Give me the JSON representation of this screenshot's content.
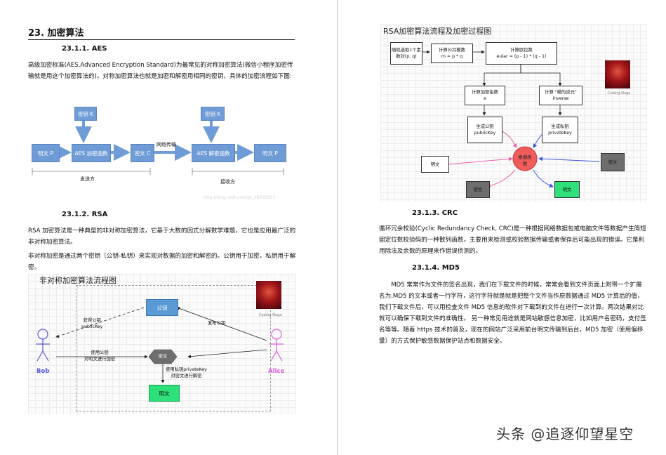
{
  "left": {
    "section_heading": "23.  加密算法",
    "aes": {
      "heading": "23.1.1.    AES",
      "para": "高级加密标准(AES,Advanced Encryption Standard)为最常见的对称加密算法(微信小程序加密传输就是用这个加密算法的)。对称加密算法也就是加密和解密用相同的密钥，具体的加密流程如下图:",
      "diagram": {
        "key1": "密钥 K",
        "key2": "密钥 K",
        "plain1": "明文 P",
        "enc_func": "AES 加密函数",
        "cipher": "密文  C",
        "network": "网络传输",
        "dec_func": "AES 解密函数",
        "plain2": "明文 P",
        "sender": "发送方",
        "receiver": "接收方",
        "watermark": "http://blog.csdn.net/qq_28205153"
      }
    },
    "rsa": {
      "heading": "23.1.2.    RSA",
      "para1": "RSA 加密算法是一种典型的非对称加密算法，它基于大数的因式分解数学难题，它也是应用最广泛的非对称加密算法。",
      "para2": "非对称加密是通过两个密钥（公钥-私钥）来实现对数据的加密和解密的。公钥用于加密，私钥用于解密。",
      "diagram": {
        "title": "非对称加密算法流程图",
        "public_key": "公钥",
        "get_pubkey": "获得公钥\npublicKey",
        "publish_pubkey": "发布公钥",
        "encrypt_note": "使用公钥\n对明文进行加密",
        "cipher": "密文",
        "decrypt_note": "使用私钥privateKey\n对密文进行解密",
        "plaintext": "明文",
        "bob": "Bob",
        "alice": "Alice",
        "avatar_caption": "Coding-Naga"
      }
    }
  },
  "right": {
    "rsa_flow": {
      "title": "RSA加密算法流程及加密过程图",
      "step1": "随机选取1个素\n数对(p, q)",
      "step2": "计算公共模数\nm = p * q",
      "step3": "计算欧拉数\neular = (p - 1) * (q - 1)",
      "step4": "计算加密指数\ne",
      "step5": "计算 \"模的逆元\"\ninverse",
      "pubkey": "生成公钥\npublicKey",
      "privkey": "生成私钥\nprivateKey",
      "center": "根据函\n数",
      "plain_in": "明文",
      "cipher_out": "密文",
      "cipher_in": "密文",
      "plain_out": "明文",
      "avatar_caption": "Coding-Naga"
    },
    "crc": {
      "heading": "23.1.3.    CRC",
      "para": "循环冗余校验(Cyclic Redundancy Check, CRC)是一种根据网络数据包或电脑文件等数据产生简短固定位数校验码的一种散列函数，主要用来检测或校验数据传输或者保存后可能出现的错误。它是利用除法及余数的原理来作错误侦测的。"
    },
    "md5": {
      "heading": "23.1.4.    MD5",
      "para": "MD5 常常作为文件的签名出现，我们在下载文件的时候，常常会看到文件页面上附带一个扩展名为.MD5 的文本或者一行字符，这行字符就是就是把整个文件当作原数据通过 MD5 计算后的值，我们下载文件后，可以用检查文件 MD5 信息的软件对下载到的文件在进行一次计算。两次结果对比就可以确保下载到文件的准确性。 另一种常见用途就是网站敏感信息加密，比如用户名密码，支付签名等等。随着 https 技术的普及，现在的网站广泛采用前台明文传输到后台，MD5 加密（使用偏移量）的方式保护敏感数据保护站点和数据安全。"
    }
  },
  "watermark": "头条 @追逐仰望星空",
  "colors": {
    "aes_box": "#6f9bd6",
    "pubkey_box": "#5b9bd5",
    "cipher_hex": "#6e6e6e",
    "plain_green": "#2ee07a",
    "center_circle": "#f05b5b",
    "pink_arrow": "#ec5fa9",
    "blue_arrow": "#3b55e0",
    "bob_color": "#5b5bd8",
    "alice_color": "#e060e0"
  }
}
